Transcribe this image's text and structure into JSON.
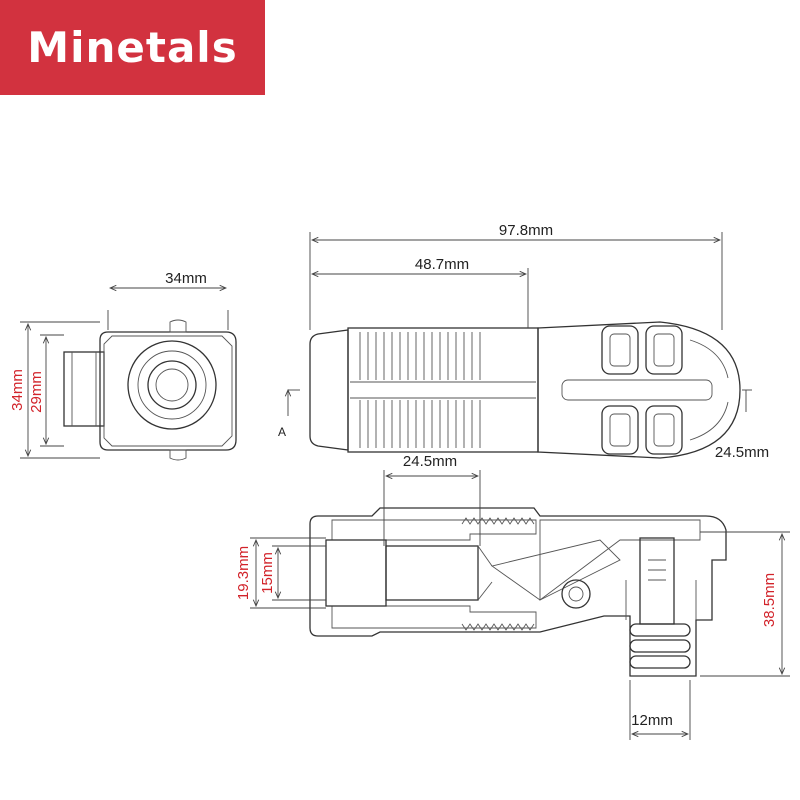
{
  "brand": {
    "logo_text": "Minetals",
    "color": "#d2323f"
  },
  "dimensions": {
    "end_width": "34mm",
    "end_height_outer": "34mm",
    "end_height_inner": "29mm",
    "total_length": "97.8mm",
    "body_length": "48.7mm",
    "top_width": "24.5mm",
    "section_length": "24.5mm",
    "outer_bore": "19.3mm",
    "inner_bore": "15mm",
    "total_height": "38.5mm",
    "pin_width": "12mm"
  },
  "section_label": "A"
}
